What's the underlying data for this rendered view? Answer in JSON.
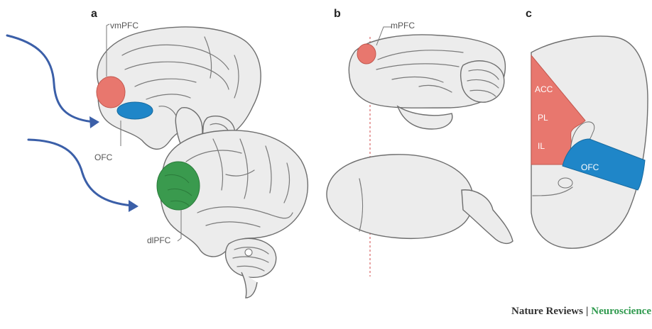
{
  "panels": {
    "a": {
      "letter": "a",
      "labels": {
        "vmpfc": "vmPFC",
        "ofc": "OFC",
        "dlpfc": "dlPFC"
      }
    },
    "b": {
      "letter": "b",
      "labels": {
        "mpfc": "mPFC"
      }
    },
    "c": {
      "letter": "c",
      "labels": {
        "acc": "ACC",
        "pl": "PL",
        "il": "IL",
        "ofc": "OFC"
      }
    }
  },
  "credit": {
    "journal": "Nature Reviews",
    "separator": "|",
    "subject": "Neuroscience"
  },
  "colors": {
    "vmpfc": "#e8776e",
    "ofc": "#1f86c8",
    "dlpfc": "#3a9a4e",
    "arrow": "#3b5fa8",
    "credit_subject": "#2f9a4e"
  }
}
